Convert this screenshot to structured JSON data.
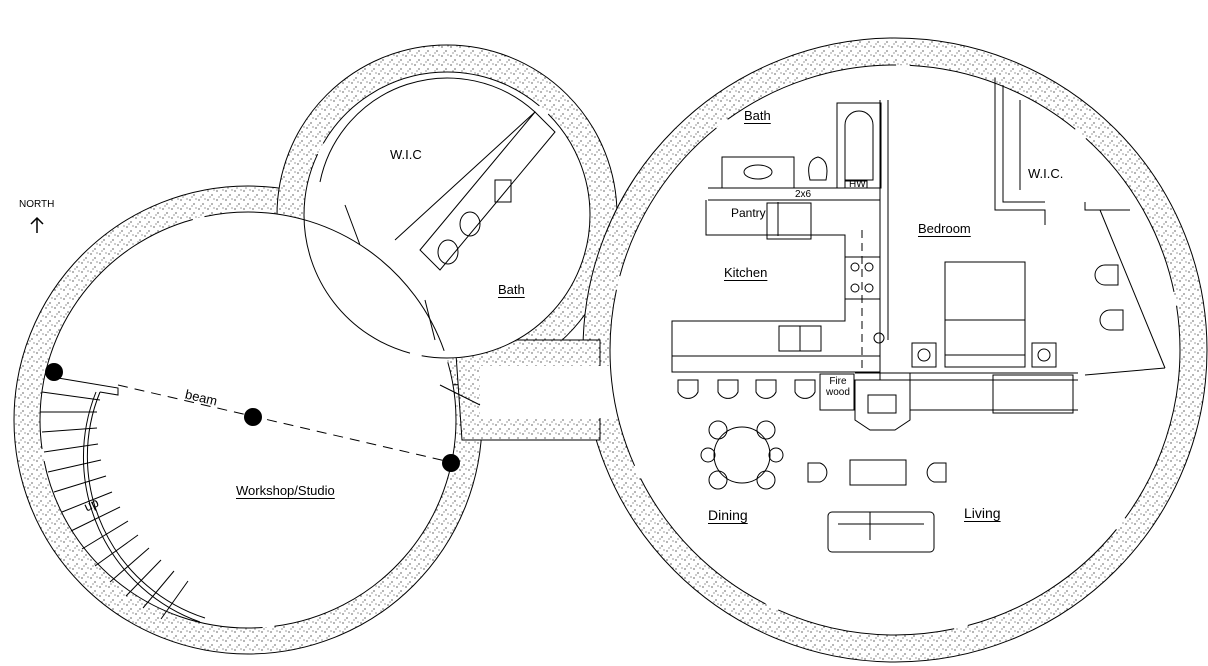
{
  "plan": {
    "north_label": "NORTH",
    "rooms": {
      "wic_left": "W.I.C",
      "bath_left": "Bath",
      "workshop": "Workshop/Studio",
      "bath_right": "Bath",
      "pantry": "Pantry",
      "kitchen": "Kitchen",
      "wic_right": "W.I.C.",
      "bedroom": "Bedroom",
      "dining": "Dining",
      "living": "Living"
    },
    "annotations": {
      "beam": "beam",
      "up": "up",
      "stud": "2x6",
      "water_heater": "HW",
      "firewood_line1": "Fire",
      "firewood_line2": "wood"
    }
  }
}
